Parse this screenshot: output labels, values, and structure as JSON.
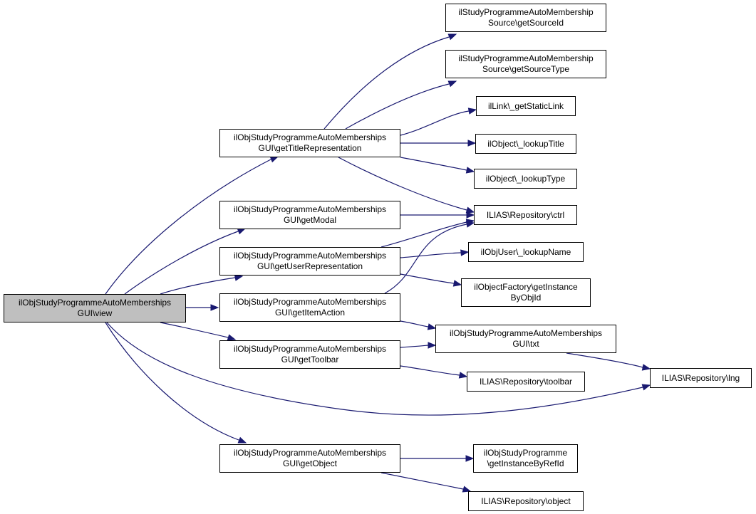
{
  "diagram": {
    "type": "call-graph",
    "edge_color": "#191970",
    "root_fill": "#bfbfbf",
    "nodes": [
      {
        "id": "view",
        "lines": [
          "ilObjStudyProgrammeAutoMemberships",
          "GUI\\view"
        ],
        "root": true
      },
      {
        "id": "getTitleRepresentation",
        "lines": [
          "ilObjStudyProgrammeAutoMemberships",
          "GUI\\getTitleRepresentation"
        ]
      },
      {
        "id": "getModal",
        "lines": [
          "ilObjStudyProgrammeAutoMemberships",
          "GUI\\getModal"
        ]
      },
      {
        "id": "getUserRepresentation",
        "lines": [
          "ilObjStudyProgrammeAutoMemberships",
          "GUI\\getUserRepresentation"
        ]
      },
      {
        "id": "getItemAction",
        "lines": [
          "ilObjStudyProgrammeAutoMemberships",
          "GUI\\getItemAction"
        ]
      },
      {
        "id": "getToolbar",
        "lines": [
          "ilObjStudyProgrammeAutoMemberships",
          "GUI\\getToolbar"
        ]
      },
      {
        "id": "getObject",
        "lines": [
          "ilObjStudyProgrammeAutoMemberships",
          "GUI\\getObject"
        ]
      },
      {
        "id": "getSourceId",
        "lines": [
          "ilStudyProgrammeAutoMembership",
          "Source\\getSourceId"
        ]
      },
      {
        "id": "getSourceType",
        "lines": [
          "ilStudyProgrammeAutoMembership",
          "Source\\getSourceType"
        ]
      },
      {
        "id": "getStaticLink",
        "lines": [
          "ilLink\\_getStaticLink"
        ]
      },
      {
        "id": "lookupTitle",
        "lines": [
          "ilObject\\_lookupTitle"
        ]
      },
      {
        "id": "lookupType",
        "lines": [
          "ilObject\\_lookupType"
        ]
      },
      {
        "id": "ctrl",
        "lines": [
          "ILIAS\\Repository\\ctrl"
        ]
      },
      {
        "id": "lookupName",
        "lines": [
          "ilObjUser\\_lookupName"
        ]
      },
      {
        "id": "getInstanceByObjId",
        "lines": [
          "ilObjectFactory\\getInstance",
          "ByObjId"
        ]
      },
      {
        "id": "txt",
        "lines": [
          "ilObjStudyProgrammeAutoMemberships",
          "GUI\\txt"
        ]
      },
      {
        "id": "toolbar",
        "lines": [
          "ILIAS\\Repository\\toolbar"
        ]
      },
      {
        "id": "lng",
        "lines": [
          "ILIAS\\Repository\\lng"
        ]
      },
      {
        "id": "getInstanceByRefId",
        "lines": [
          "ilObjStudyProgramme",
          "\\getInstanceByRefId"
        ]
      },
      {
        "id": "object",
        "lines": [
          "ILIAS\\Repository\\object"
        ]
      }
    ],
    "edges": [
      [
        "view",
        "getTitleRepresentation"
      ],
      [
        "view",
        "getModal"
      ],
      [
        "view",
        "getUserRepresentation"
      ],
      [
        "view",
        "getItemAction"
      ],
      [
        "view",
        "getToolbar"
      ],
      [
        "view",
        "lng"
      ],
      [
        "view",
        "getObject"
      ],
      [
        "getTitleRepresentation",
        "getSourceId"
      ],
      [
        "getTitleRepresentation",
        "getSourceType"
      ],
      [
        "getTitleRepresentation",
        "getStaticLink"
      ],
      [
        "getTitleRepresentation",
        "lookupTitle"
      ],
      [
        "getTitleRepresentation",
        "lookupType"
      ],
      [
        "getTitleRepresentation",
        "ctrl"
      ],
      [
        "getModal",
        "ctrl"
      ],
      [
        "getUserRepresentation",
        "ctrl"
      ],
      [
        "getUserRepresentation",
        "lookupName"
      ],
      [
        "getUserRepresentation",
        "getInstanceByObjId"
      ],
      [
        "getItemAction",
        "ctrl"
      ],
      [
        "getItemAction",
        "txt"
      ],
      [
        "getToolbar",
        "txt"
      ],
      [
        "getToolbar",
        "toolbar"
      ],
      [
        "txt",
        "lng"
      ],
      [
        "getObject",
        "getInstanceByRefId"
      ],
      [
        "getObject",
        "object"
      ]
    ]
  }
}
